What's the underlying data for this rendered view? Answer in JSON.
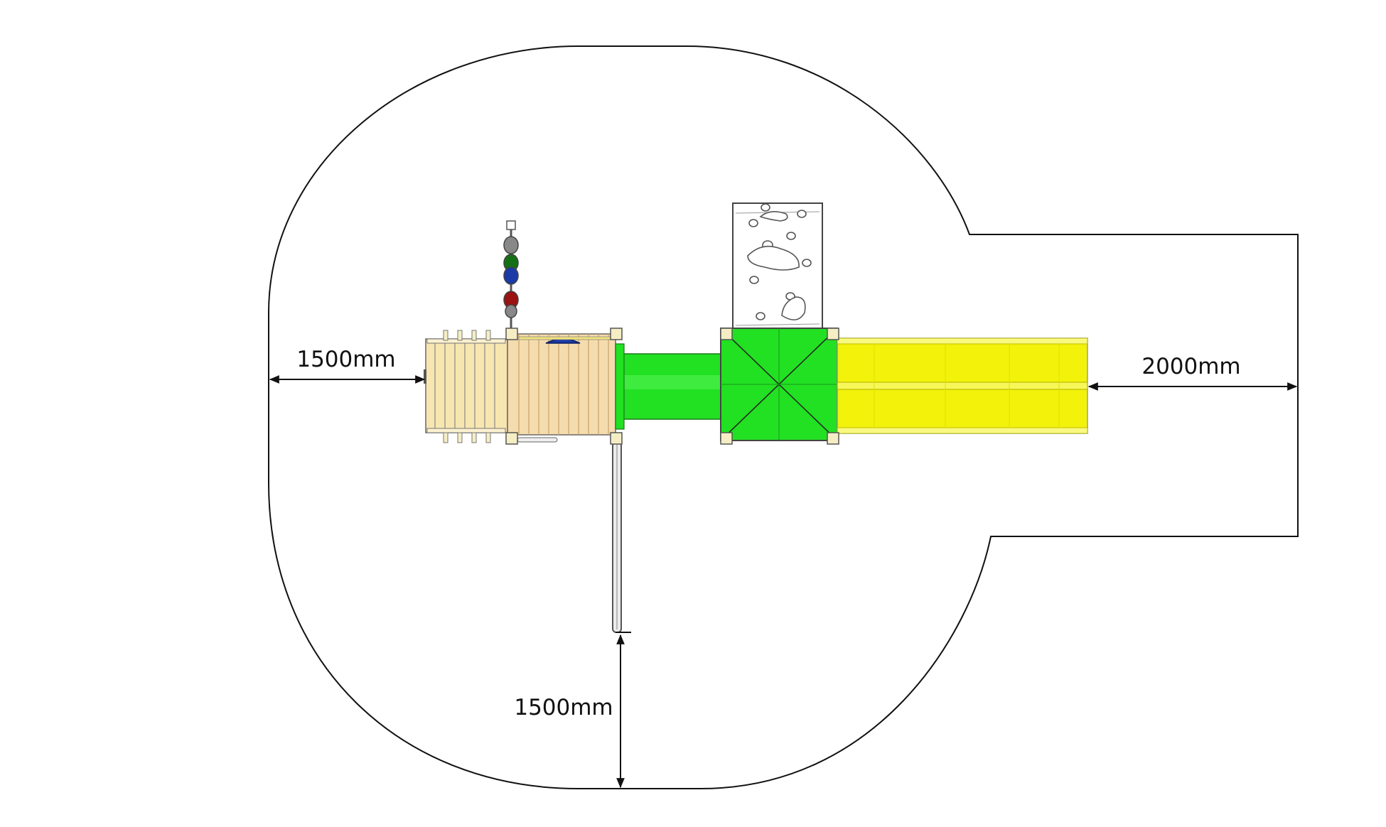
{
  "dimensions": {
    "left_clearance": "1500mm",
    "bottom_clearance": "1500mm",
    "right_clearance": "2000mm"
  },
  "colors": {
    "outline": "#111111",
    "deck_green": "#22e022",
    "slide_yellow": "#f2f20a",
    "wood": "#f7e6b0",
    "wood_dark": "#f2c99a",
    "post": "#f5eec4",
    "handle_red": "#9a1212",
    "handle_green": "#147014",
    "handle_blue": "#1a3aa8",
    "handle_grey": "#888888",
    "roof_blue": "#1a3aa8"
  },
  "components": [
    "safety-zone-outline",
    "climbing-wall",
    "wooden-platform",
    "panel-platform",
    "green-tunnel",
    "green-deck-tower",
    "double-yellow-slide",
    "fireman-pole",
    "handle-panel"
  ]
}
